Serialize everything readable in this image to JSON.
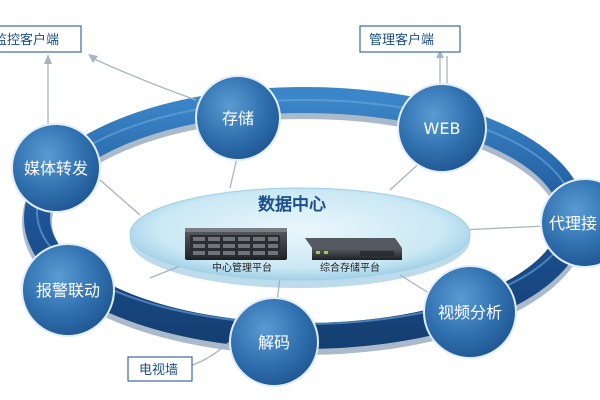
{
  "external": {
    "monitor_client": "监控客户端",
    "admin_client": "管理客户端",
    "tv_wall": "电视墙"
  },
  "center": {
    "title": "数据中心",
    "server_left": "中心管理平台",
    "server_right": "综合存储平台"
  },
  "nodes": {
    "storage": "存储",
    "web": "WEB",
    "media_forward": "媒体转发",
    "proxy": "代理接",
    "alarm": "报警联动",
    "decode": "解码",
    "video_analysis": "视频分析"
  },
  "colors": {
    "ring_dark": "#1b4f8c",
    "ring_mid": "#2e73b5",
    "node": "#2f6fae",
    "platform": "#cfeaf6",
    "box_border": "#3a6aa0"
  }
}
